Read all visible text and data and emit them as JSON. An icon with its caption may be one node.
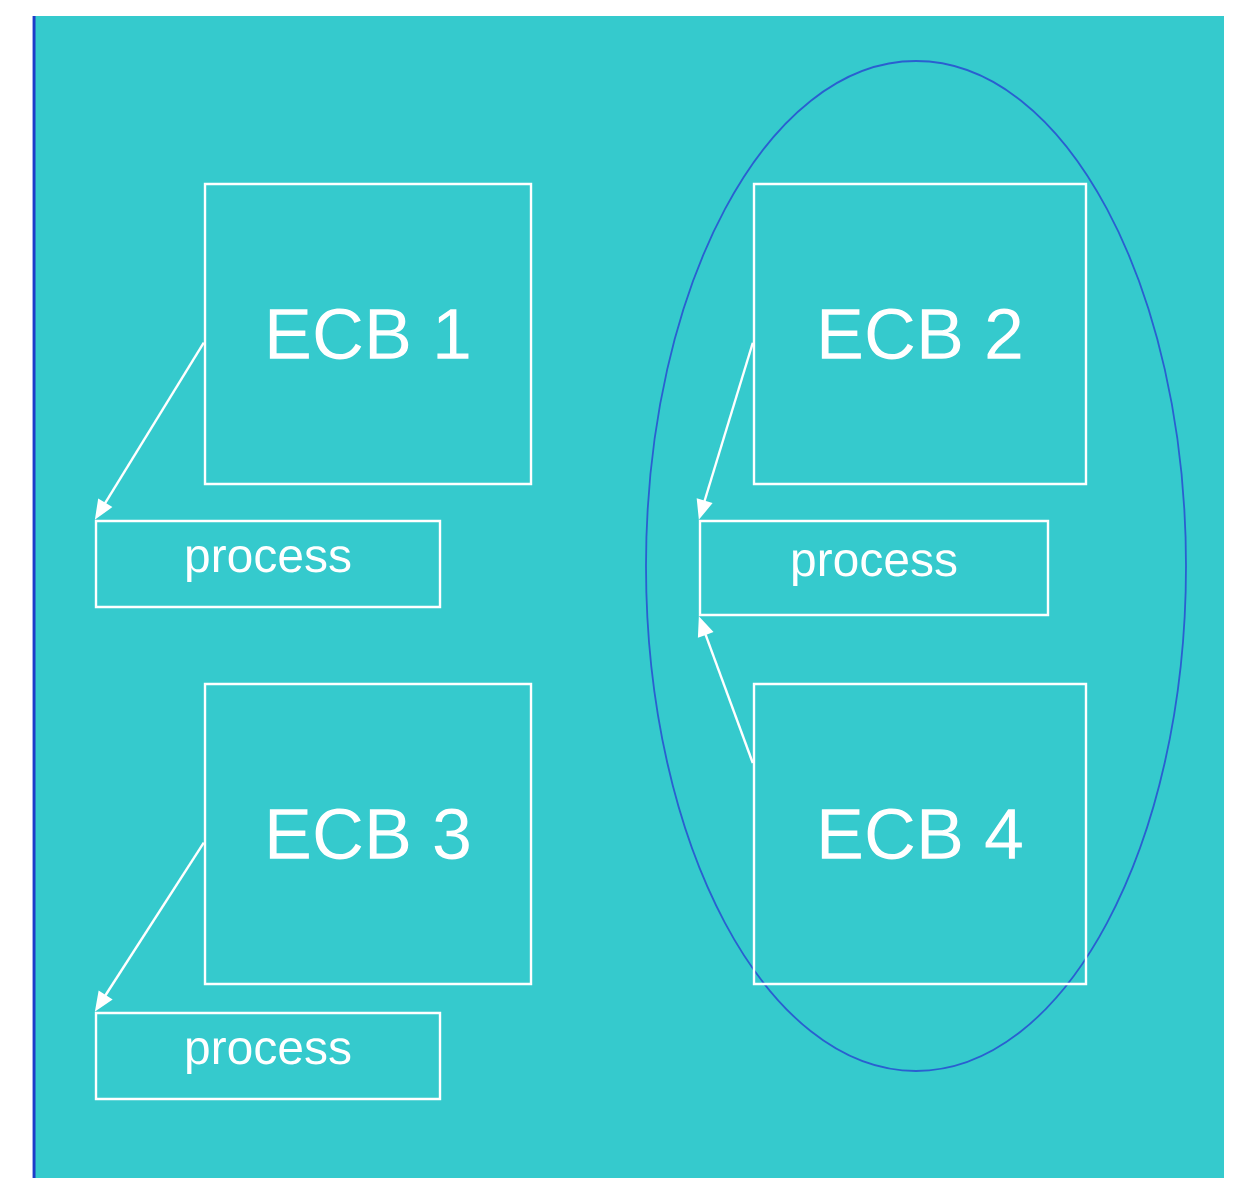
{
  "diagram": {
    "nodes": [
      {
        "text": [
          "ECB 1"
        ]
      },
      {
        "text": [
          "process"
        ]
      },
      {
        "text": [],
        "shape": "ellipse"
      },
      {
        "text": [
          "ECB 2"
        ],
        "in": 2
      },
      {
        "text": [
          "process"
        ],
        "in": 2
      },
      {
        "text": [
          "ECB 3"
        ]
      },
      {
        "text": [
          "process"
        ]
      },
      {
        "text": [
          "ECB 4"
        ],
        "in": 2
      }
    ],
    "edges": [
      {
        "from": 0,
        "to": 1,
        "arrow": "to"
      },
      {
        "from": 3,
        "to": 4,
        "arrow": "to"
      },
      {
        "from": 7,
        "to": 4,
        "arrow": "to"
      },
      {
        "from": 5,
        "to": 6,
        "arrow": "to"
      }
    ]
  }
}
